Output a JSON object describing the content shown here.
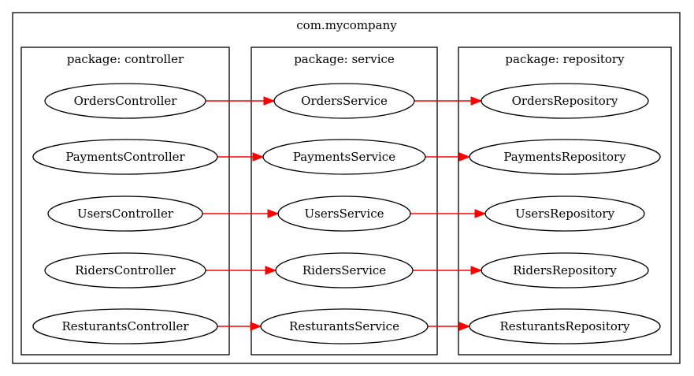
{
  "diagram": {
    "title": "com.mycompany",
    "packages": [
      {
        "label": "package: controller",
        "nodes": [
          "OrdersController",
          "PaymentsController",
          "UsersController",
          "RidersController",
          "ResturantsController"
        ]
      },
      {
        "label": "package: service",
        "nodes": [
          "OrdersService",
          "PaymentsService",
          "UsersService",
          "RidersService",
          "ResturantsService"
        ]
      },
      {
        "label": "package: repository",
        "nodes": [
          "OrdersRepository",
          "PaymentsRepository",
          "UsersRepository",
          "RidersRepository",
          "ResturantsRepository"
        ]
      }
    ],
    "edges": [
      {
        "from": "OrdersController",
        "to": "OrdersService"
      },
      {
        "from": "PaymentsController",
        "to": "PaymentsService"
      },
      {
        "from": "UsersController",
        "to": "UsersService"
      },
      {
        "from": "RidersController",
        "to": "RidersService"
      },
      {
        "from": "ResturantsController",
        "to": "ResturantsService"
      },
      {
        "from": "OrdersService",
        "to": "OrdersRepository"
      },
      {
        "from": "PaymentsService",
        "to": "PaymentsRepository"
      },
      {
        "from": "UsersService",
        "to": "UsersRepository"
      },
      {
        "from": "RidersService",
        "to": "RidersRepository"
      },
      {
        "from": "ResturantsService",
        "to": "ResturantsRepository"
      }
    ],
    "colors": {
      "edge": "#ff0000",
      "border": "#000000",
      "background": "#ffffff"
    }
  }
}
